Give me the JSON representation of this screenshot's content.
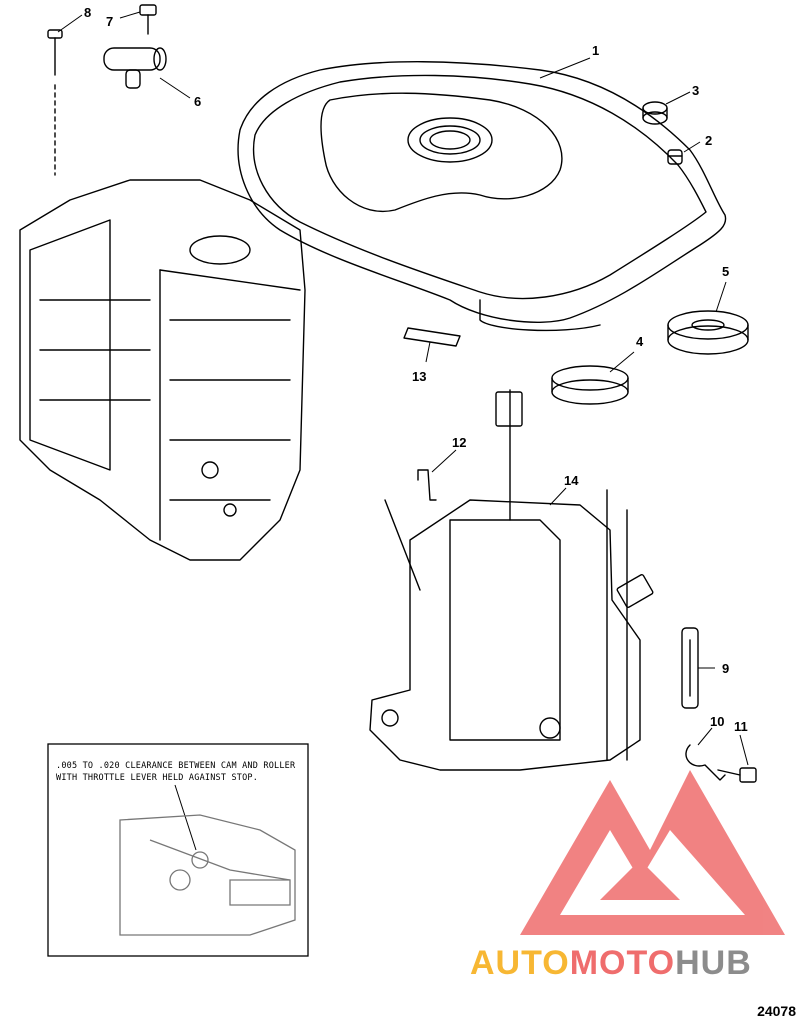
{
  "callouts": [
    {
      "n": "1"
    },
    {
      "n": "2"
    },
    {
      "n": "3"
    },
    {
      "n": "4"
    },
    {
      "n": "5"
    },
    {
      "n": "6"
    },
    {
      "n": "7"
    },
    {
      "n": "8"
    },
    {
      "n": "9"
    },
    {
      "n": "10"
    },
    {
      "n": "11"
    },
    {
      "n": "12"
    },
    {
      "n": "13"
    },
    {
      "n": "14"
    }
  ],
  "inset": {
    "note_line1": ".005 TO .020 CLEARANCE BETWEEN CAM AND ROLLER",
    "note_line2": "WITH THROTTLE LEVER HELD AGAINST STOP."
  },
  "watermark": {
    "part1": "AUTO",
    "part2": "MOTO",
    "part3": "HUB"
  },
  "figure_number": "24078",
  "colors": {
    "line": "#000000",
    "watermark_red": "#ef6d6d",
    "watermark_yellow": "#f7b733",
    "watermark_gray": "#8c8c8c"
  }
}
